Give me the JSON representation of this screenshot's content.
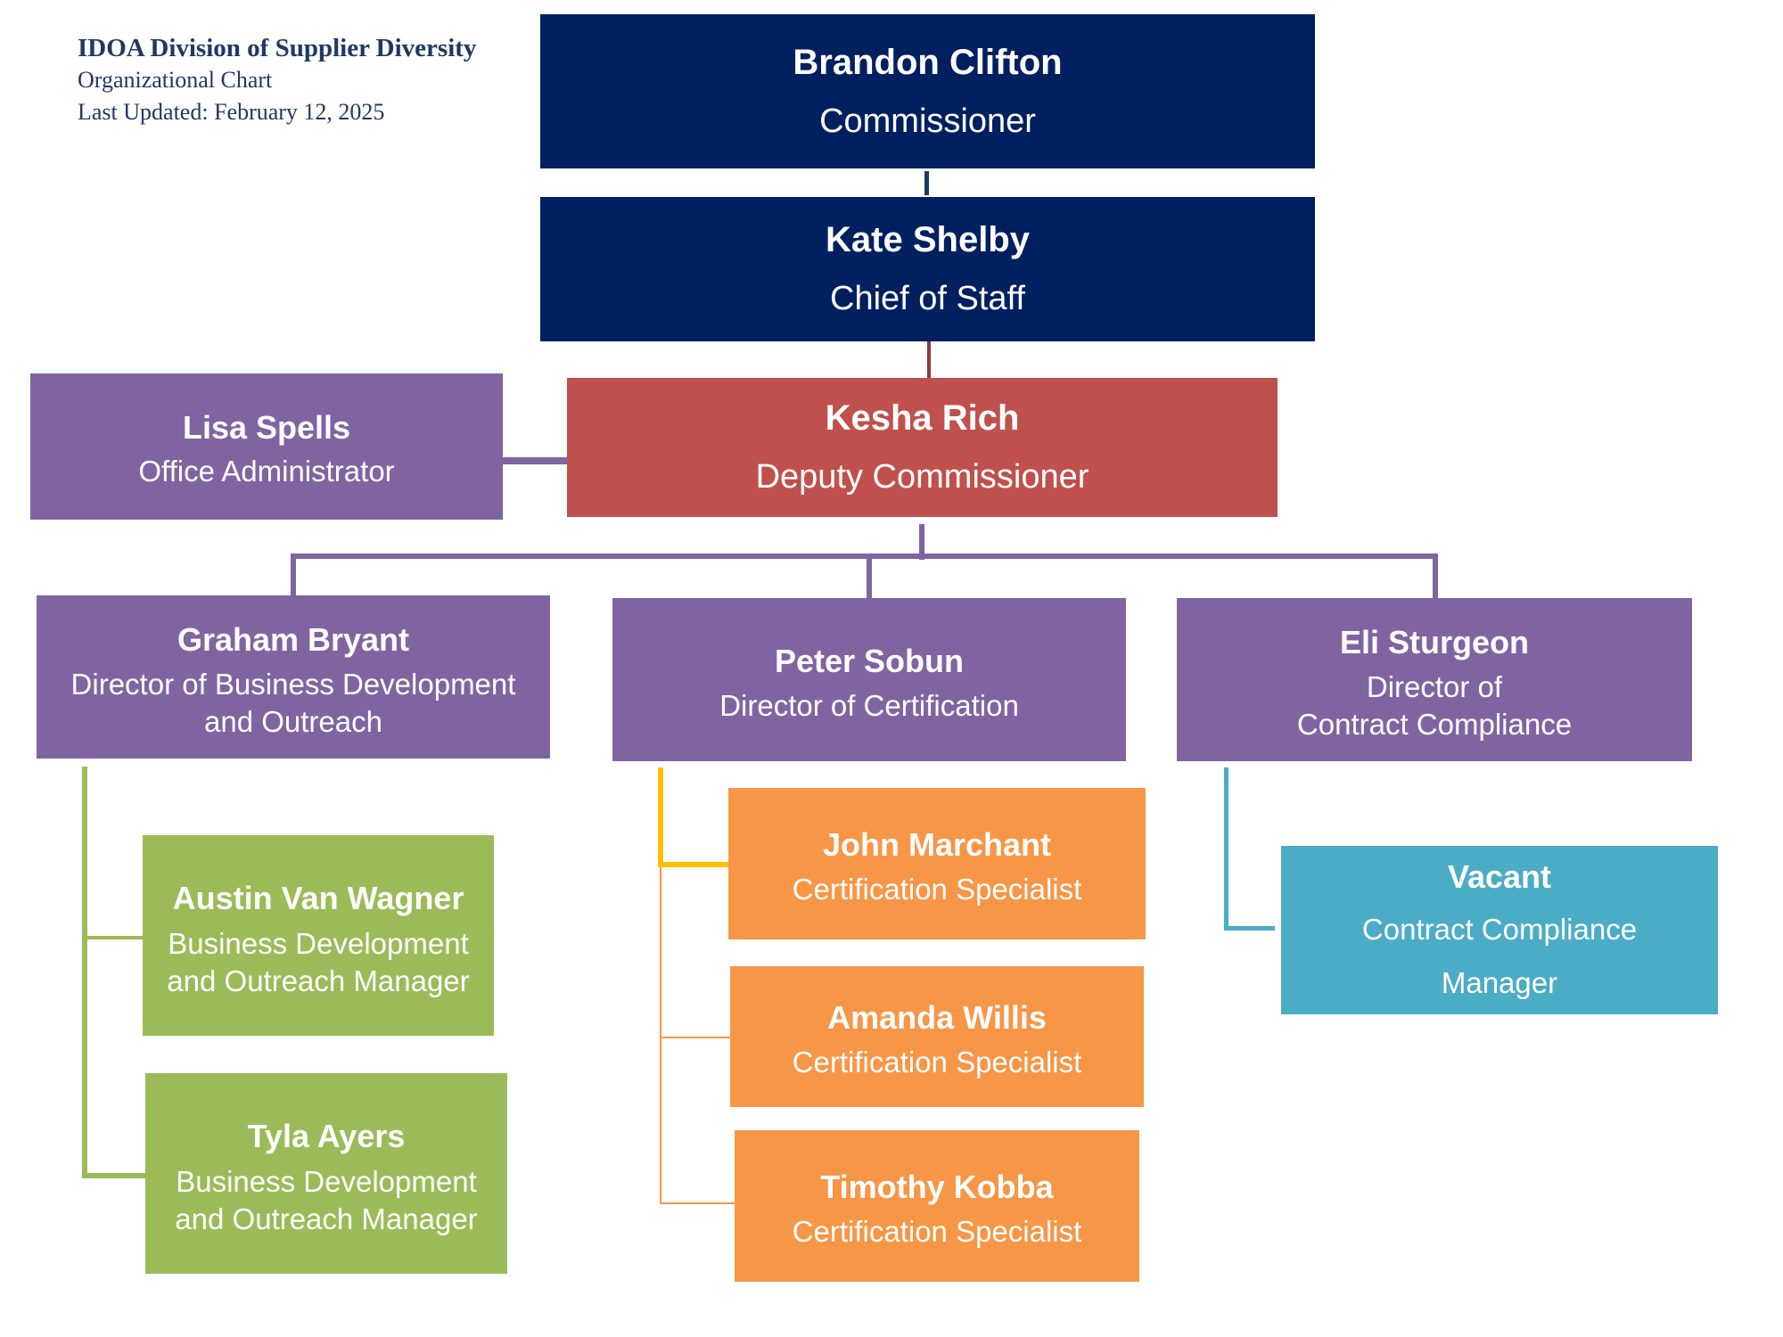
{
  "header": {
    "org": "IDOA Division of Supplier Diversity",
    "doc_title": "Organizational Chart",
    "updated": "Last Updated: February 12, 2025"
  },
  "colors": {
    "executive": "#002060",
    "deputy": "#c0504d",
    "director": "#8064a2",
    "business_dev": "#9bbb59",
    "certification": "#f79646",
    "compliance": "#4bacc6",
    "certification_connector": "#ffc000"
  },
  "nodes": {
    "commissioner": {
      "name": "Brandon Clifton",
      "title": "Commissioner"
    },
    "chief_of_staff": {
      "name": "Kate Shelby",
      "title": "Chief of Staff"
    },
    "deputy": {
      "name": "Kesha Rich",
      "title": "Deputy Commissioner"
    },
    "office_admin": {
      "name": "Lisa Spells",
      "title": "Office Administrator"
    },
    "dir_bizdev": {
      "name": "Graham Bryant",
      "title": "Director of Business Development\nand Outreach"
    },
    "dir_cert": {
      "name": "Peter Sobun",
      "title": "Director of Certification"
    },
    "dir_compliance": {
      "name": "Eli Sturgeon",
      "title": "Director of\nContract Compliance"
    },
    "bizdev_1": {
      "name": "Austin Van Wagner",
      "title": "Business Development\nand Outreach Manager"
    },
    "bizdev_2": {
      "name": "Tyla Ayers",
      "title": "Business Development\nand Outreach Manager"
    },
    "cert_1": {
      "name": "John Marchant",
      "title": "Certification Specialist"
    },
    "cert_2": {
      "name": "Amanda Willis",
      "title": "Certification Specialist"
    },
    "cert_3": {
      "name": "Timothy Kobba",
      "title": "Certification Specialist"
    },
    "compliance_1": {
      "name": "Vacant",
      "title": "Contract Compliance\nManager"
    }
  }
}
